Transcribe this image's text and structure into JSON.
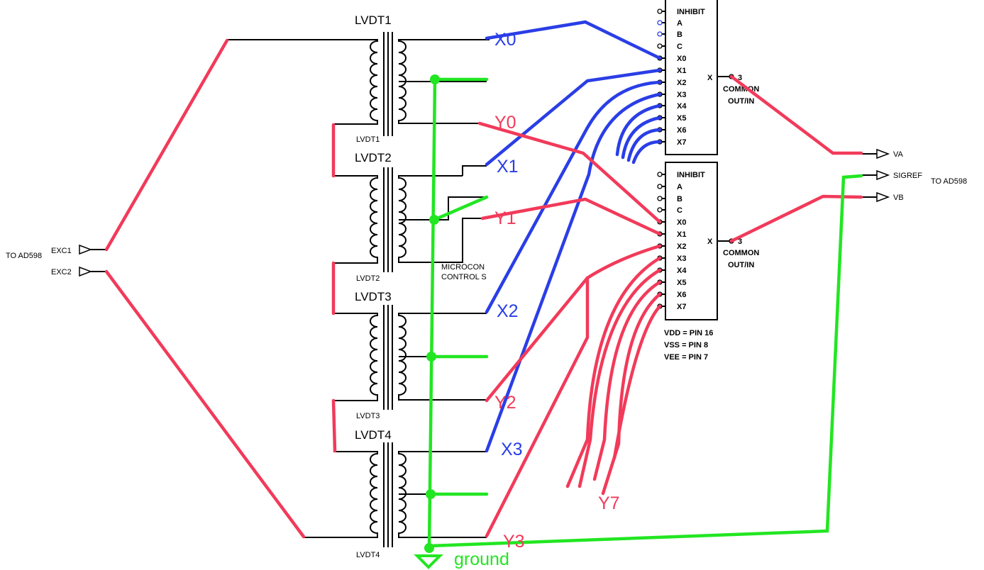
{
  "transformers": [
    {
      "name": "LVDT1",
      "sublabel": "LVDT1"
    },
    {
      "name": "LVDT2",
      "sublabel": "LVDT2"
    },
    {
      "name": "LVDT3",
      "sublabel": "LVDT3"
    },
    {
      "name": "LVDT4",
      "sublabel": "LVDT4"
    }
  ],
  "left_connector": {
    "to_label": "TO AD598",
    "exc1": "EXC1",
    "exc2": "EXC2"
  },
  "signal_labels": {
    "x0": "X0",
    "x1": "X1",
    "x2": "X2",
    "x3": "X3",
    "y0": "Y0",
    "y1": "Y1",
    "y2": "Y2",
    "y3": "Y3",
    "y7": "Y7"
  },
  "ground_label": "ground",
  "microcontroller_text": [
    "MICROCON",
    "CONTROL S"
  ],
  "mux": {
    "pins": [
      "INHIBIT",
      "A",
      "B",
      "C",
      "X0",
      "X1",
      "X2",
      "X3",
      "X4",
      "X5",
      "X6",
      "X7"
    ],
    "output_pin": "X",
    "output_number": "3",
    "common_line1": "COMMON",
    "common_line2": "OUT/IN"
  },
  "supply_notes": [
    "VDD = PIN 16",
    "VSS = PIN 8",
    "VEE = PIN 7"
  ],
  "right_connector": {
    "va": "VA",
    "sigref": "SIGREF",
    "vb": "VB",
    "to_label": "TO AD598"
  },
  "colors": {
    "x_wires": "#2a3ee6",
    "y_wires": "#f23a5a",
    "ground": "#22e622"
  }
}
